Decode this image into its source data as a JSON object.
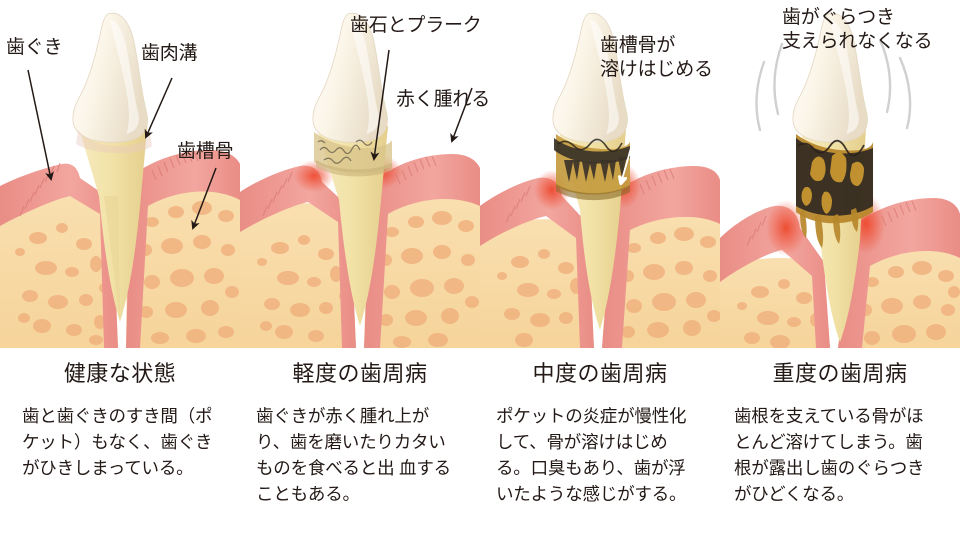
{
  "diagram": {
    "title_semantic": "periodontal-disease-progression",
    "background_color": "#ffffff",
    "text_color": "#231916",
    "palette": {
      "gum_pink": "#F0A09A",
      "gum_pink_dark": "#E2867F",
      "gum_inflamed_red": "#EE4E34",
      "bone_cream": "#F7D9A3",
      "bone_trabecula": "#F0B27F",
      "tooth_enamel": "#FBF6EC",
      "tooth_root": "#F2E1A8",
      "tartar_light": "#D9C48B",
      "tartar_dark": "#5B4A33",
      "tartar_brown": "#B88A2E",
      "motion_line": "#D8D8D8"
    }
  },
  "panels": [
    {
      "id": "healthy",
      "title": "健康な状態",
      "description": "歯と歯ぐきのすき間（ポケット）もなく、歯ぐきがひきしまっている。",
      "callouts": [
        {
          "id": "gum",
          "text": "歯ぐき"
        },
        {
          "id": "gingival-sulcus",
          "text": "歯肉溝"
        },
        {
          "id": "alveolar-bone",
          "text": "歯槽骨"
        }
      ]
    },
    {
      "id": "mild",
      "title": "軽度の歯周病",
      "description": "歯ぐきが赤く腫れ上がり、歯を磨いたりカタいものを食べると出 血することもある。",
      "callouts": [
        {
          "id": "tartar-and-plaque",
          "text": "歯石とプラーク"
        },
        {
          "id": "red-swelling",
          "text": "赤く腫れる"
        }
      ]
    },
    {
      "id": "moderate",
      "title": "中度の歯周病",
      "description": "ポケットの炎症が慢性化して、骨が溶けはじめる。口臭もあり、歯が浮いたような感じがする。",
      "callouts": [
        {
          "id": "bone-dissolving",
          "text": "歯槽骨が\n溶けはじめる"
        }
      ]
    },
    {
      "id": "severe",
      "title": "重度の歯周病",
      "description": "歯根を支えている骨がほとんど溶けてしまう。歯根が露出し歯のぐらつきがひどくなる。",
      "callouts": [
        {
          "id": "tooth-loosening",
          "text": "歯がぐらつき\n支えられなくなる"
        }
      ]
    }
  ]
}
